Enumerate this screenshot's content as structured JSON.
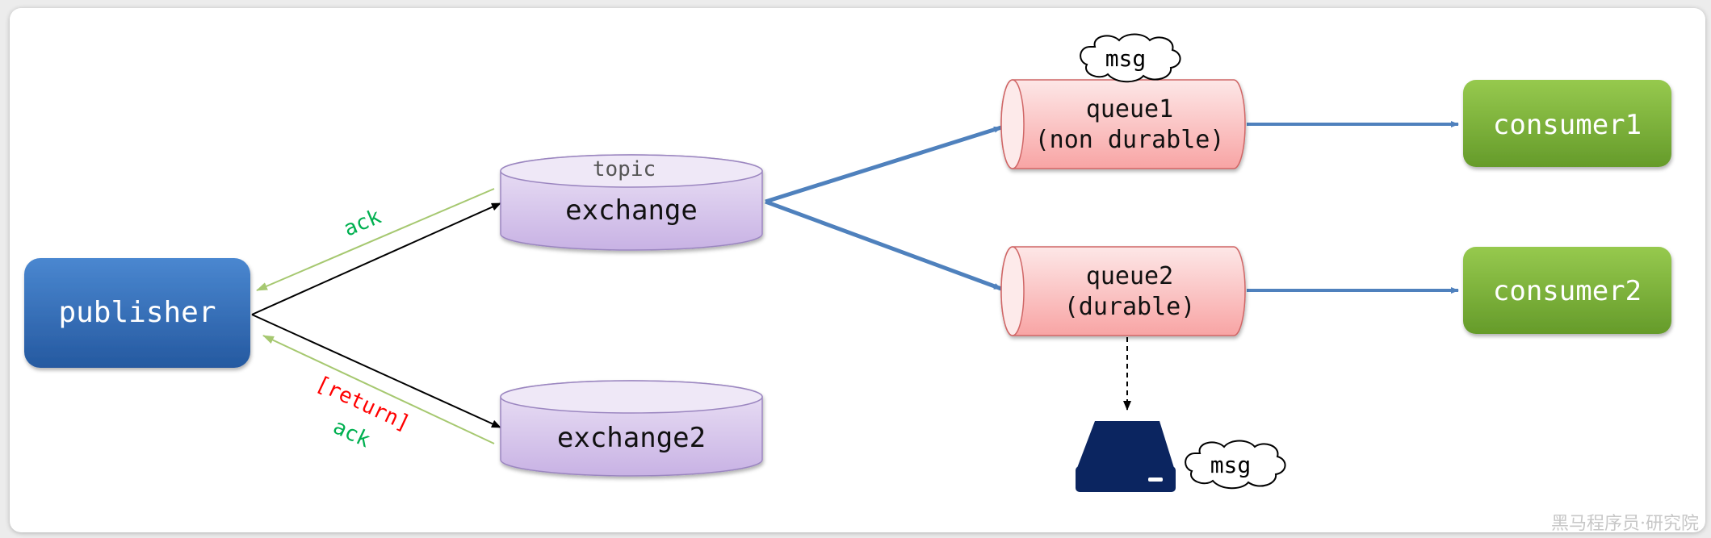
{
  "publisher": {
    "label": "publisher"
  },
  "exchange": {
    "type_label": "topic",
    "label": "exchange"
  },
  "exchange2": {
    "label": "exchange2"
  },
  "queue1": {
    "line1": "queue1",
    "line2": "(non durable)"
  },
  "queue2": {
    "line1": "queue2",
    "line2": "(durable)"
  },
  "consumer1": {
    "label": "consumer1"
  },
  "consumer2": {
    "label": "consumer2"
  },
  "edges": {
    "ack_label": "ack",
    "return_label": "[return]",
    "return_ack_label": "ack"
  },
  "messages": {
    "cloud_top": "msg",
    "cloud_disk": "msg"
  },
  "watermark": "黑马程序员·研究院",
  "colors": {
    "publisher": "#2f6bb8",
    "exchange": "#d4c2ea",
    "queue": "#fbb3b3",
    "consumer": "#7db53a",
    "flow_arrow": "#4f81bd",
    "ack": "#00b050",
    "return": "#ff0000",
    "disk": "#0b2560"
  }
}
